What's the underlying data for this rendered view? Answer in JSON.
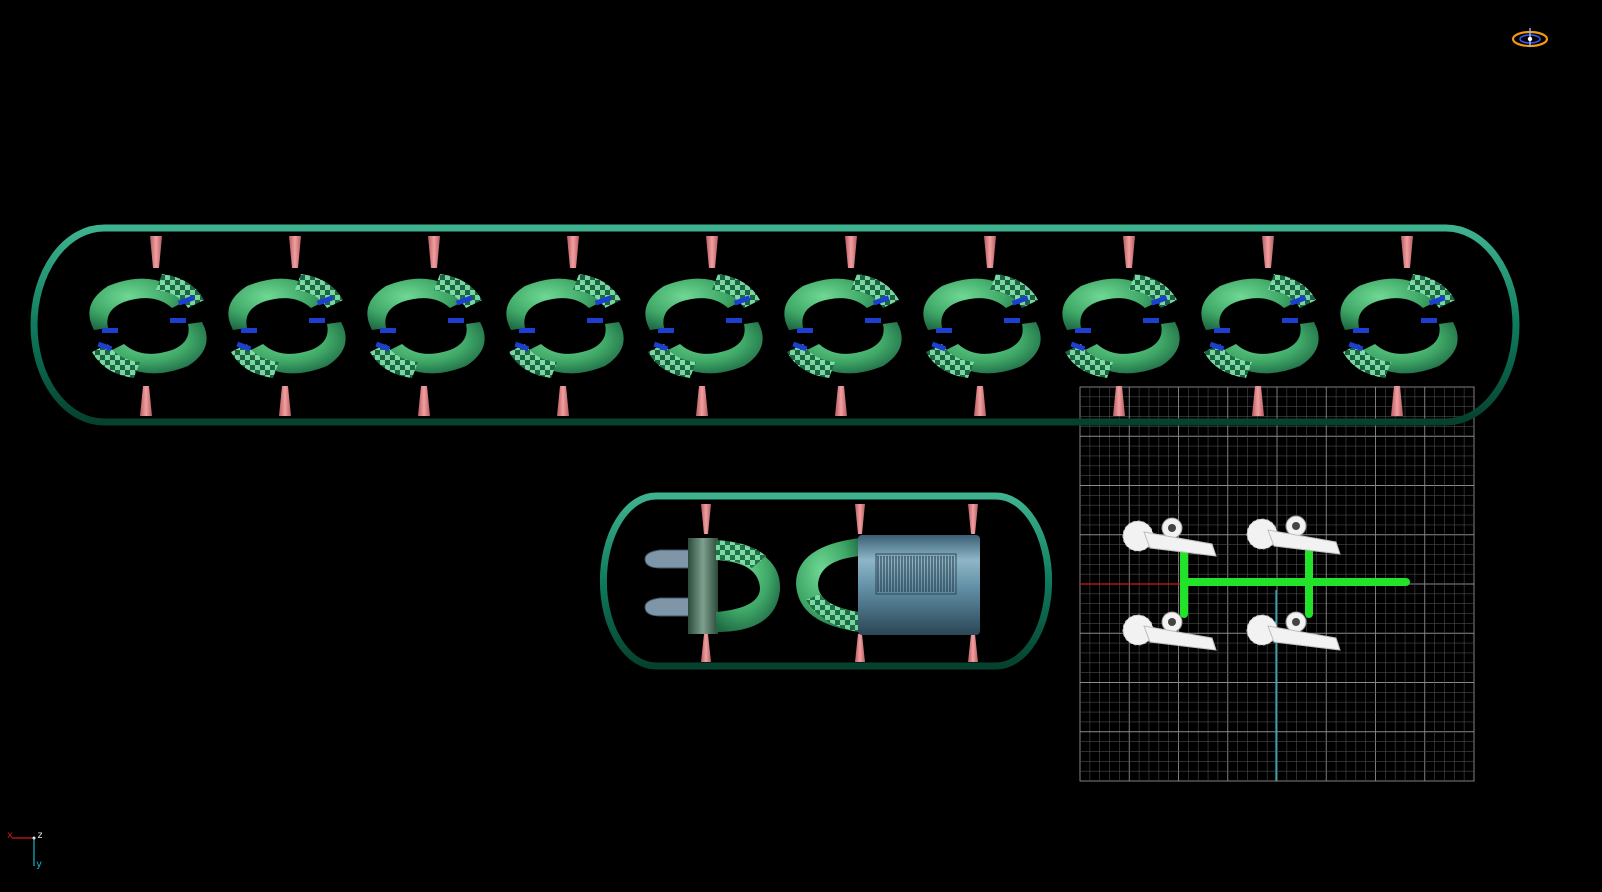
{
  "scene": {
    "background": "#000000",
    "colors": {
      "rail": "#0f7b5e",
      "rail_highlight": "#3fb390",
      "ring": "#3fa867",
      "ring_light": "#5fcf8a",
      "ring_dark": "#1f6a45",
      "panel_blue": "#1c3fd0",
      "post": "#e6878a",
      "post_dark": "#b65c60",
      "grid_line": "#7f7f7f",
      "frame_green": "#22e22a",
      "x_axis": "#d21818",
      "y_axis": "#16b8c8",
      "part_white": "#f2f2f2",
      "drum": "#5f8ca2",
      "clamp": "#7f95a8"
    },
    "top_track": {
      "module_count": 10,
      "module_type": "green-ring-module"
    },
    "bottom_track": {
      "components": [
        "clamp-tool",
        "green-ring-half",
        "cylinder-drum"
      ]
    },
    "grid_panel": {
      "part_count": 4,
      "part_type": "white-bracket-part"
    }
  },
  "orientation_gizmo": {
    "icon": "orbit-gizmo-icon"
  },
  "axis_triad": {
    "icon": "axis-triad-icon",
    "x_label": "x",
    "z_label": "z",
    "y_label": "y",
    "x_color": "#d21818",
    "z_color": "#e0e0e0",
    "y_color": "#16b8c8"
  }
}
